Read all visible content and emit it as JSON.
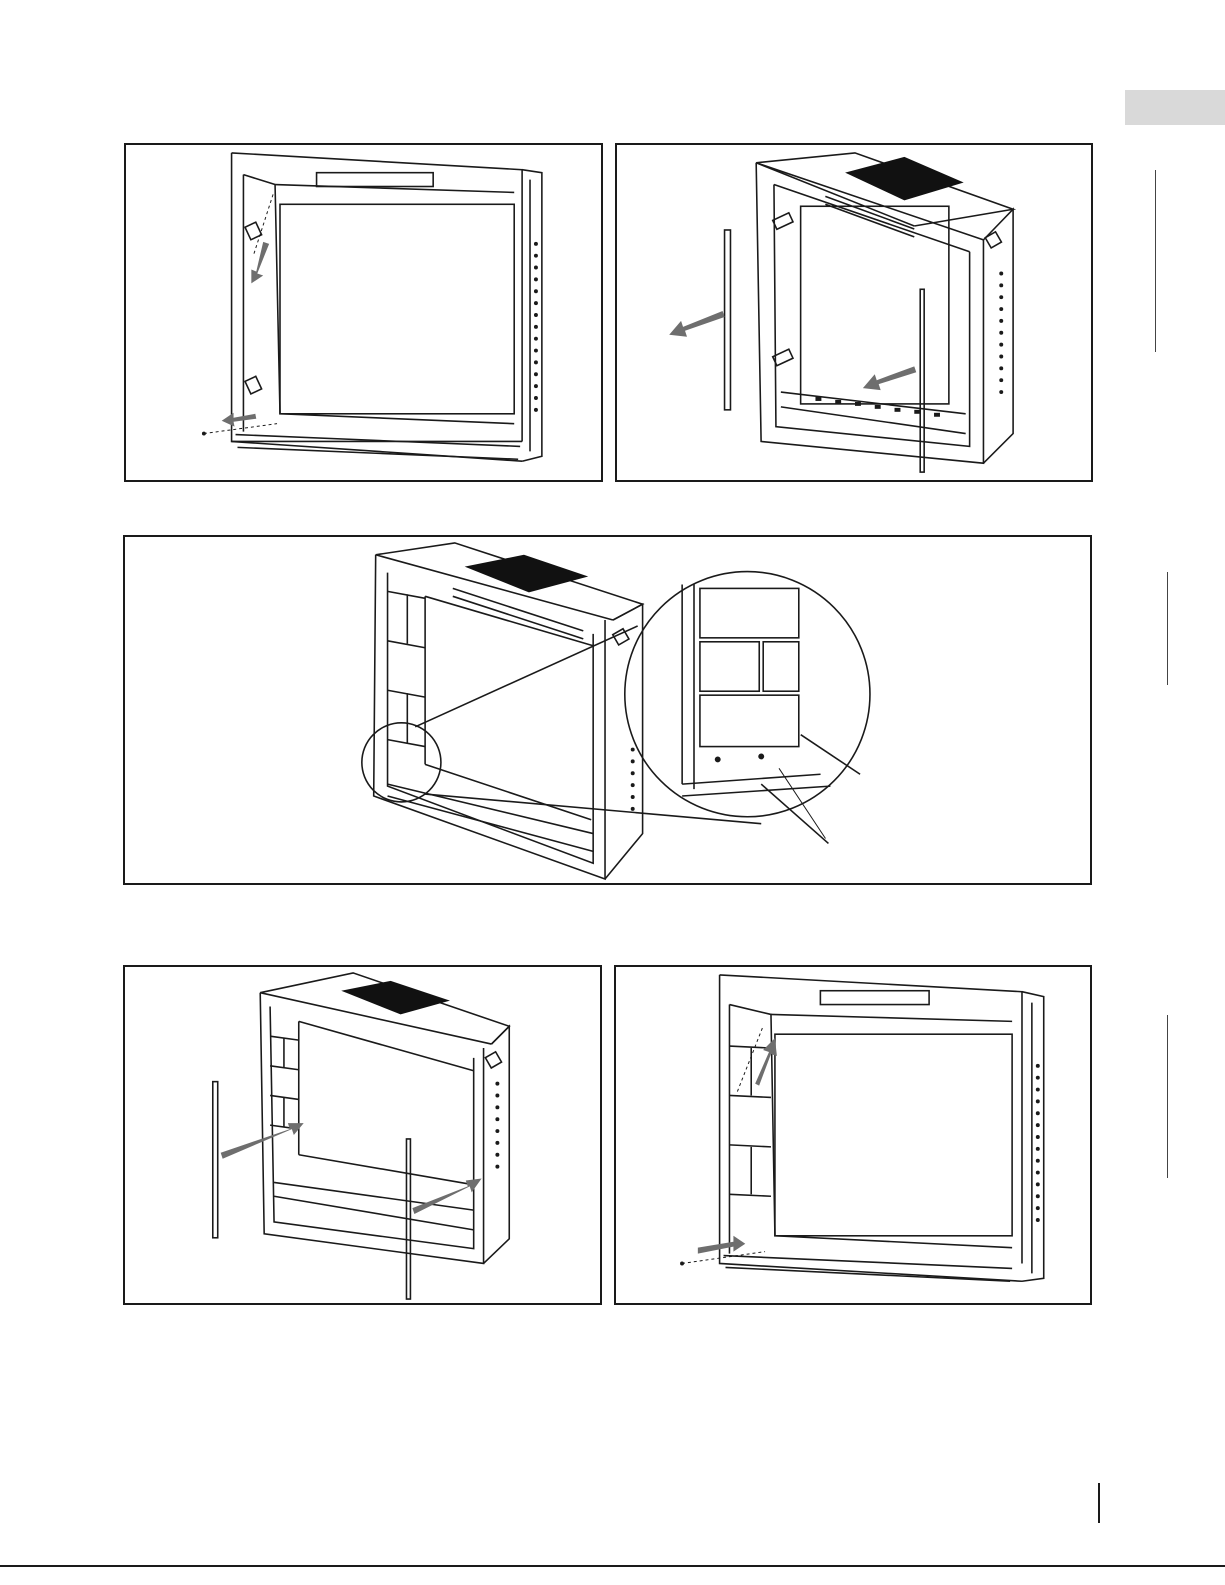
{
  "page": {
    "language_tab": "",
    "page_number": ""
  },
  "figures": [
    {
      "id": "remove-side-trim",
      "icons": [
        "fireplace-icon",
        "screw-icon",
        "arrow-icon"
      ]
    },
    {
      "id": "pull-out-trim-strips",
      "icons": [
        "fireplace-icon",
        "trim-strip-icon",
        "arrow-icon"
      ]
    },
    {
      "id": "install-brick-panels",
      "icons": [
        "fireplace-icon",
        "brick-panel-icon",
        "detail-magnifier-icon"
      ]
    },
    {
      "id": "reinsert-trim-strips",
      "icons": [
        "fireplace-icon",
        "trim-strip-icon",
        "arrow-icon"
      ]
    },
    {
      "id": "reattach-side-trim",
      "icons": [
        "fireplace-icon",
        "screw-icon",
        "arrow-icon"
      ]
    }
  ],
  "colors": {
    "line": "#1a1a1a",
    "arrow": "#6e6e6e",
    "tab": "#d9d9d9",
    "vent": "#111111"
  }
}
